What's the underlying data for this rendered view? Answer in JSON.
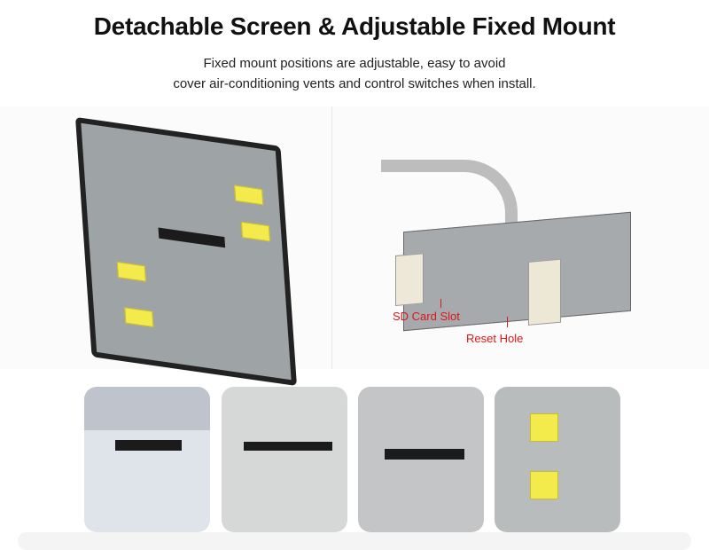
{
  "header": {
    "title": "Detachable Screen & Adjustable Fixed Mount",
    "subtitle_line1": "Fixed mount positions are adjustable, easy to avoid",
    "subtitle_line2": "cover air-conditioning vents and control switches when install."
  },
  "callouts": {
    "sd_card_slot": "SD Card Slot",
    "reset_hole": "Reset Hole"
  },
  "colors": {
    "callout": "#e01515",
    "clip": "#f3ea4c"
  }
}
